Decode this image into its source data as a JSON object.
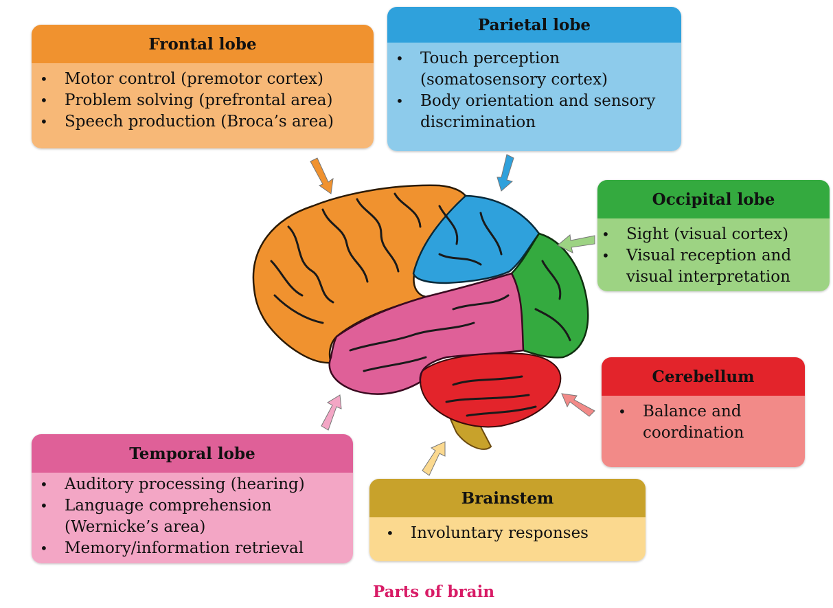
{
  "caption": "Parts of brain",
  "colors": {
    "caption": "#d81b66",
    "frontal_head": "#f0922f",
    "frontal_body": "#f7b877",
    "parietal_head": "#2fa1dc",
    "parietal_body": "#8dcbeb",
    "occipital_head": "#34aa3f",
    "occipital_body": "#9dd383",
    "cerebellum_head": "#e3242b",
    "cerebellum_body": "#f28a88",
    "temporal_head": "#df6098",
    "temporal_body": "#f3a6c5",
    "brainstem_head": "#c8a22b",
    "brainstem_body": "#fbd98f"
  },
  "boxes": {
    "frontal": {
      "title": "Frontal lobe",
      "items": [
        "Motor control (premotor cortex)",
        "Problem solving (prefrontal area)",
        "Speech production (Broca’s area)"
      ]
    },
    "parietal": {
      "title": "Parietal lobe",
      "items": [
        "Touch perception (somatosensory cortex)",
        "Body orientation and sensory discrimination"
      ]
    },
    "occipital": {
      "title": "Occipital lobe",
      "items": [
        "Sight (visual cortex)",
        "Visual reception and visual interpretation"
      ]
    },
    "cerebellum": {
      "title": "Cerebellum",
      "items": [
        "Balance and coordination"
      ]
    },
    "temporal": {
      "title": "Temporal lobe",
      "items": [
        "Auditory processing (hearing)",
        "Language comprehension (Wernicke’s area)",
        "Memory/information retrieval"
      ]
    },
    "brainstem": {
      "title": "Brainstem",
      "items": [
        "Involuntary responses"
      ]
    }
  }
}
